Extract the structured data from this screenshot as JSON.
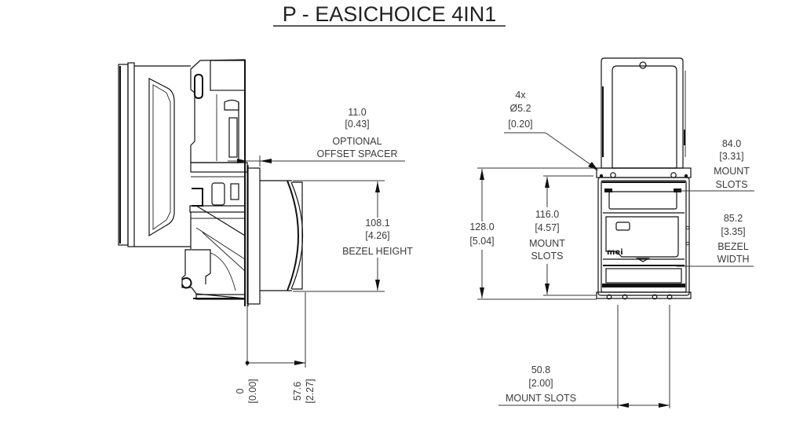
{
  "title": "P - EASICHOICE 4IN1",
  "side_view": {
    "offset_spacer": {
      "value": "11.0",
      "inch": "[0.43]",
      "label_1": "OPTIONAL",
      "label_2": "OFFSET SPACER"
    },
    "bezel_height": {
      "value": "108.1",
      "inch": "[4.26]",
      "label": "BEZEL HEIGHT"
    },
    "depth_origin": {
      "value": "0",
      "inch": "[0.00]"
    },
    "depth_bezel": {
      "value": "57.6",
      "inch": "[2.27]"
    }
  },
  "front_view": {
    "hole": {
      "count": "4x",
      "value": "Ø5.2",
      "inch": "[0.20]"
    },
    "overall_height": {
      "value": "128.0",
      "inch": "[5.04]"
    },
    "mount_slots_vertical": {
      "value": "116.0",
      "inch": "[4.57]",
      "label_1": "MOUNT",
      "label_2": "SLOTS"
    },
    "mount_slots_horizontal_top": {
      "value": "84.0",
      "inch": "[3.31]",
      "label_1": "MOUNT",
      "label_2": "SLOTS"
    },
    "bezel_width": {
      "value": "85.2",
      "inch": "[3.35]",
      "label_1": "BEZEL",
      "label_2": "WIDTH"
    },
    "mount_slots_bottom": {
      "value": "50.8",
      "inch": "[2.00]",
      "label": "MOUNT SLOTS"
    },
    "logo_text": "mei"
  }
}
